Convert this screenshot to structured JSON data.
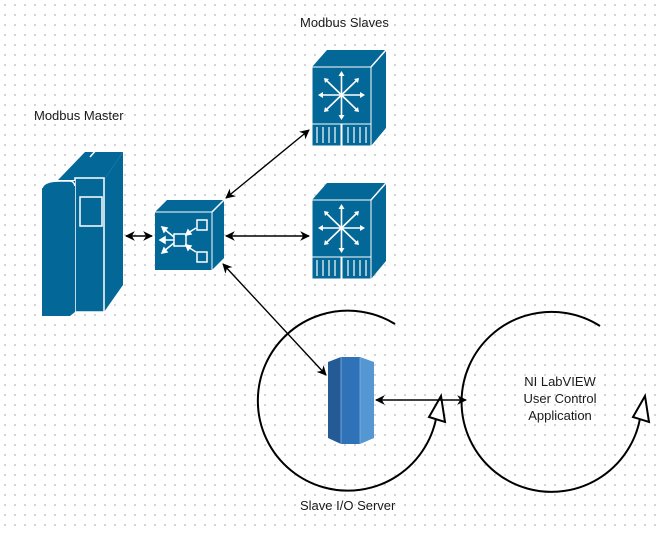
{
  "diagram": {
    "labels": {
      "master": "Modbus Master",
      "slaves": "Modbus Slaves",
      "server": "Slave I/O Server",
      "app_line1": "NI LabVIEW",
      "app_line2": "User Control",
      "app_line3": "Application"
    },
    "nodes": [
      {
        "id": "modbus-master",
        "icon": "mainframe-server-icon"
      },
      {
        "id": "network-switch",
        "icon": "switch-icon"
      },
      {
        "id": "modbus-slave-1",
        "icon": "multilayer-switch-icon"
      },
      {
        "id": "modbus-slave-2",
        "icon": "multilayer-switch-icon"
      },
      {
        "id": "slave-io-server",
        "icon": "server-cylinder-icon"
      },
      {
        "id": "labview-application",
        "icon": "process-loop-icon"
      }
    ],
    "edges": [
      {
        "from": "modbus-master",
        "to": "network-switch",
        "type": "bidirectional"
      },
      {
        "from": "network-switch",
        "to": "modbus-slave-1",
        "type": "bidirectional"
      },
      {
        "from": "network-switch",
        "to": "modbus-slave-2",
        "type": "bidirectional"
      },
      {
        "from": "network-switch",
        "to": "slave-io-server",
        "type": "bidirectional"
      },
      {
        "from": "slave-io-server",
        "to": "labview-application",
        "type": "bidirectional"
      }
    ],
    "colors": {
      "device": "#036897",
      "server_dark": "#245b96",
      "server_mid": "#2f72b8",
      "server_light": "#5497d3",
      "line": "#000000"
    }
  }
}
